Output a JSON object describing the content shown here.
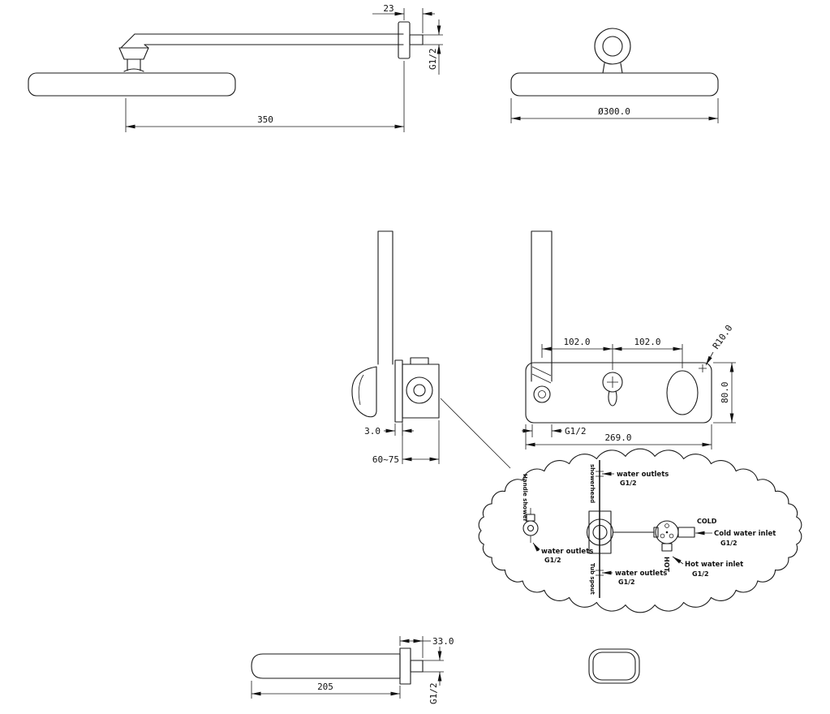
{
  "drawing": {
    "shower_arm_side": {
      "dim_width": "23",
      "thread": "G1/2",
      "dim_length": "350"
    },
    "shower_head_front": {
      "dim_diameter": "Ø300.0"
    },
    "mixer_side": {
      "dim_plate": "3.0",
      "dim_depth": "60~75"
    },
    "mixer_front": {
      "dim_spacing_left": "102.0",
      "dim_spacing_right": "102.0",
      "dim_corner_radius": "R10.0",
      "dim_height": "80.0",
      "thread": "G1/2",
      "dim_width": "269.0"
    },
    "installation_detail": {
      "showerhead_label": "showerhead",
      "handle_shower_label": "Handle shower",
      "tub_spout_label": "Tub spout",
      "outlet_top_label": "water outlets",
      "outlet_top_thread": "G1/2",
      "outlet_left_label": "water outlets",
      "outlet_left_thread": "G1/2",
      "outlet_bottom_label": "water outlets",
      "outlet_bottom_thread": "G1/2",
      "cold_tag": "COLD",
      "hot_tag": "HOT",
      "cold_inlet_label": "Cold water inlet",
      "cold_inlet_thread": "G1/2",
      "hot_inlet_label": "Hot water inlet",
      "hot_inlet_thread": "G1/2"
    },
    "spout_side": {
      "dim_end": "33.0",
      "dim_length": "205",
      "thread": "G1/2"
    }
  }
}
